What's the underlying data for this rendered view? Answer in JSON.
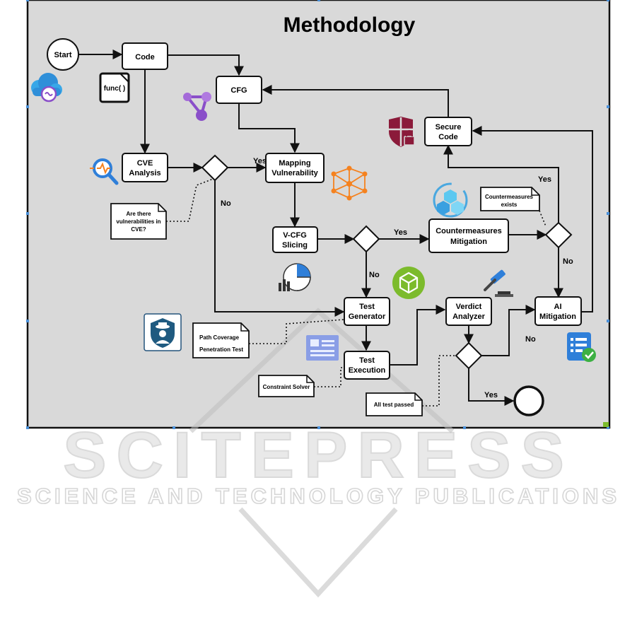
{
  "diagram": {
    "title": "Methodology",
    "nodes": {
      "start": "Start",
      "code": "Code",
      "func": "func( )",
      "cfg": "CFG",
      "secure_code": [
        "Secure",
        "Code"
      ],
      "cve_analysis": [
        "CVE",
        "Analysis"
      ],
      "mapping_vulnerability": [
        "Mapping",
        "Vulnerability"
      ],
      "vcfg_slicing": [
        "V-CFG",
        "Slicing"
      ],
      "countermeasures_mitigation": [
        "Countermeasures",
        "Mitigation"
      ],
      "test_generator": [
        "Test",
        "Generator"
      ],
      "test_execution": [
        "Test",
        "Execution"
      ],
      "verdict_analyzer": [
        "Verdict",
        "Analyzer"
      ],
      "ai_mitigation": [
        "AI",
        "Mitigation"
      ]
    },
    "notes": {
      "are_there_vulns": [
        "Are there",
        "vulnerabilities in",
        "CVE?"
      ],
      "countermeasures_exists": [
        "Countermeasures",
        "exists"
      ],
      "path_coverage": [
        "Path Coverage",
        "Penetration Test"
      ],
      "constraint_solver": "Constraint Solver",
      "all_test_passed": "All test passed"
    },
    "edge_labels": {
      "yes": "Yes",
      "no": "No"
    }
  },
  "watermark": {
    "big": "SCITEPRESS",
    "small": "SCIENCE AND TECHNOLOGY PUBLICATIONS"
  },
  "colors": {
    "canvas": "#d9d9d9",
    "border": "#111111",
    "node_fill": "#ffffff",
    "selection_handle": "#4a90d9",
    "accent_orange": "#f5821f",
    "accent_maroon": "#8b1a3a",
    "accent_purple": "#8a4fc9",
    "accent_blue": "#2f7fd9",
    "accent_green": "#7cbb2c"
  },
  "icons": [
    "cloud-icon",
    "share-nodes-icon",
    "search-chart-icon",
    "shield-lock-icon",
    "network-cube-icon",
    "cubes-ring-icon",
    "pie-chart-icon",
    "package-icon",
    "gavel-icon",
    "spy-shield-icon",
    "form-icon",
    "checklist-icon"
  ]
}
